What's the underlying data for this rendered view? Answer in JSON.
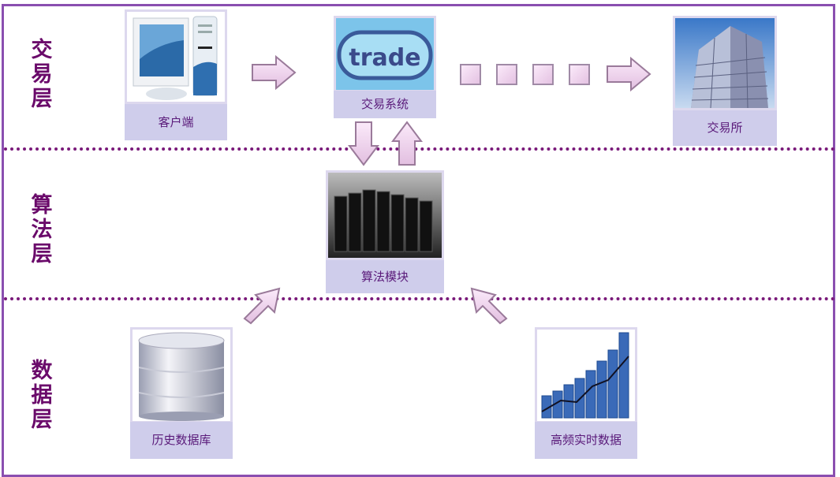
{
  "layers": [
    {
      "label": "交易层"
    },
    {
      "label": "算法层"
    },
    {
      "label": "数据层"
    }
  ],
  "nodes": {
    "client": {
      "label": "客户端",
      "icon": "computer-icon"
    },
    "trading_system": {
      "label": "交易系统",
      "icon_text": "trade",
      "icon": "trade-logo-icon"
    },
    "exchange": {
      "label": "交易所",
      "icon": "building-icon"
    },
    "algorithm": {
      "label": "算法模块",
      "icon": "server-rack-icon"
    },
    "history_db": {
      "label": "历史数据库",
      "icon": "database-icon"
    },
    "realtime_data": {
      "label": "高频实时数据",
      "icon": "bar-chart-icon"
    }
  },
  "colors": {
    "layer_text": "#6a0a6a",
    "label_bg": "#cfcdeb",
    "frame": "#8a4fb0",
    "arrow_fill": "#f3d7ef"
  }
}
